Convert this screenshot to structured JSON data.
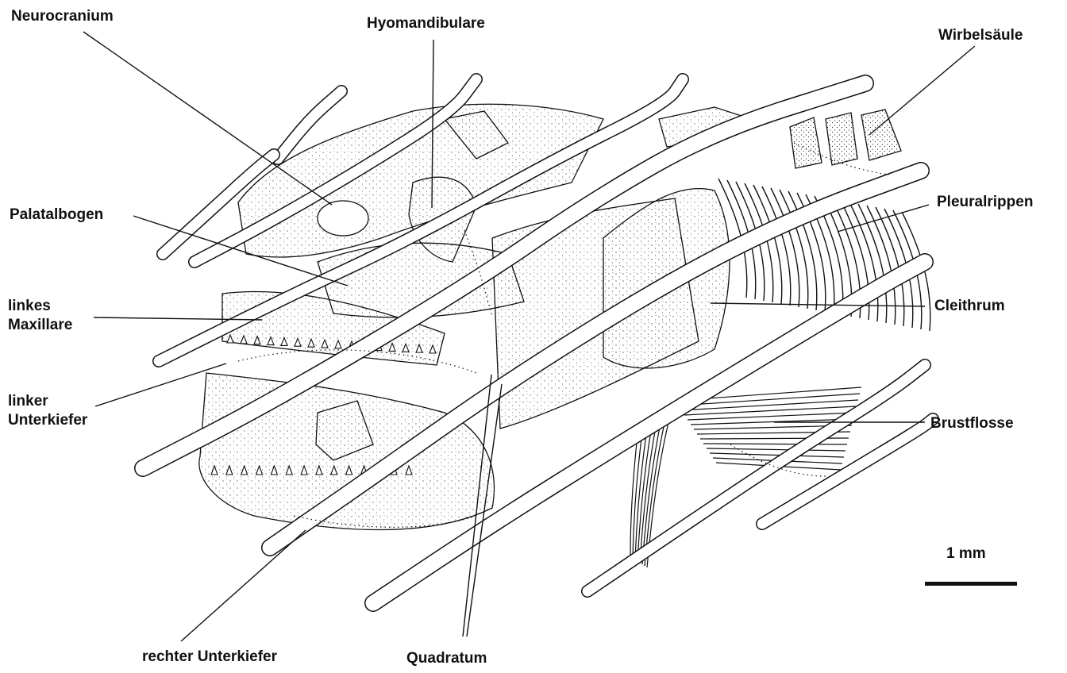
{
  "labels": {
    "neurocranium": "Neurocranium",
    "hyomandibulare": "Hyomandibulare",
    "wirbelsaeule": "Wirbelsäule",
    "palatalbogen": "Palatalbogen",
    "pleuralrippen": "Pleuralrippen",
    "linkes_maxillare_1": "linkes",
    "linkes_maxillare_2": "Maxillare",
    "cleithrum": "Cleithrum",
    "linker_unterkiefer_1": "linker",
    "linker_unterkiefer_2": "Unterkiefer",
    "brustflosse": "Brustflosse",
    "rechter_unterkiefer": "rechter Unterkiefer",
    "quadratum": "Quadratum"
  },
  "scale_bar": {
    "label": "1 mm"
  },
  "colors": {
    "ink": "#111111",
    "background": "#ffffff"
  }
}
